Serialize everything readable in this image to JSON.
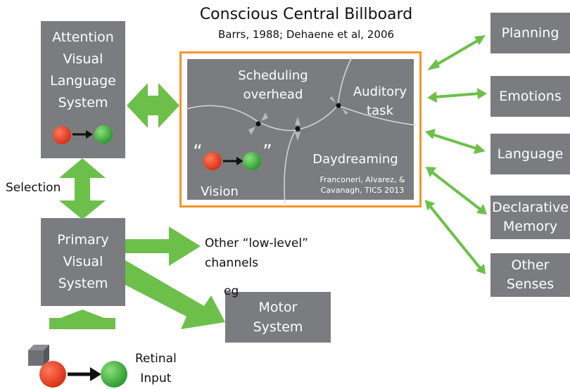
{
  "header": {
    "title": "Conscious Central Billboard",
    "subtitle": "Barrs, 1988; Dehaene et al, 2006"
  },
  "left_boxes": {
    "attention": [
      "Attention",
      "Visual",
      "Language",
      "System"
    ],
    "primary": [
      "Primary",
      "Visual",
      "System"
    ]
  },
  "billboard": {
    "scheduling": [
      "Scheduling",
      "overhead"
    ],
    "auditory": [
      "Auditory",
      "task"
    ],
    "daydreaming": "Daydreaming",
    "vision": "Vision",
    "citation": [
      "Franconeri, Alvarez, &",
      "Cavanagh, TICS 2013"
    ],
    "open_quote": "“",
    "close_quote": "”"
  },
  "right_boxes": {
    "planning": "Planning",
    "emotions": "Emotions",
    "language": "Language",
    "declarative": [
      "Declarative",
      "Memory"
    ],
    "other_senses": [
      "Other",
      "Senses"
    ]
  },
  "labels": {
    "selection": "Selection",
    "other_channels": [
      "Other “low-level”",
      "channels"
    ],
    "eg": "eg",
    "retinal": [
      "Retinal",
      "Input"
    ]
  },
  "motor": [
    "Motor",
    "System"
  ],
  "colors": {
    "box_gray": "#7b7c7f",
    "arrow_green": "#6cc04a",
    "border_orange": "#f4952b",
    "ball_red": "#e8381e",
    "ball_green": "#3fae3b"
  }
}
